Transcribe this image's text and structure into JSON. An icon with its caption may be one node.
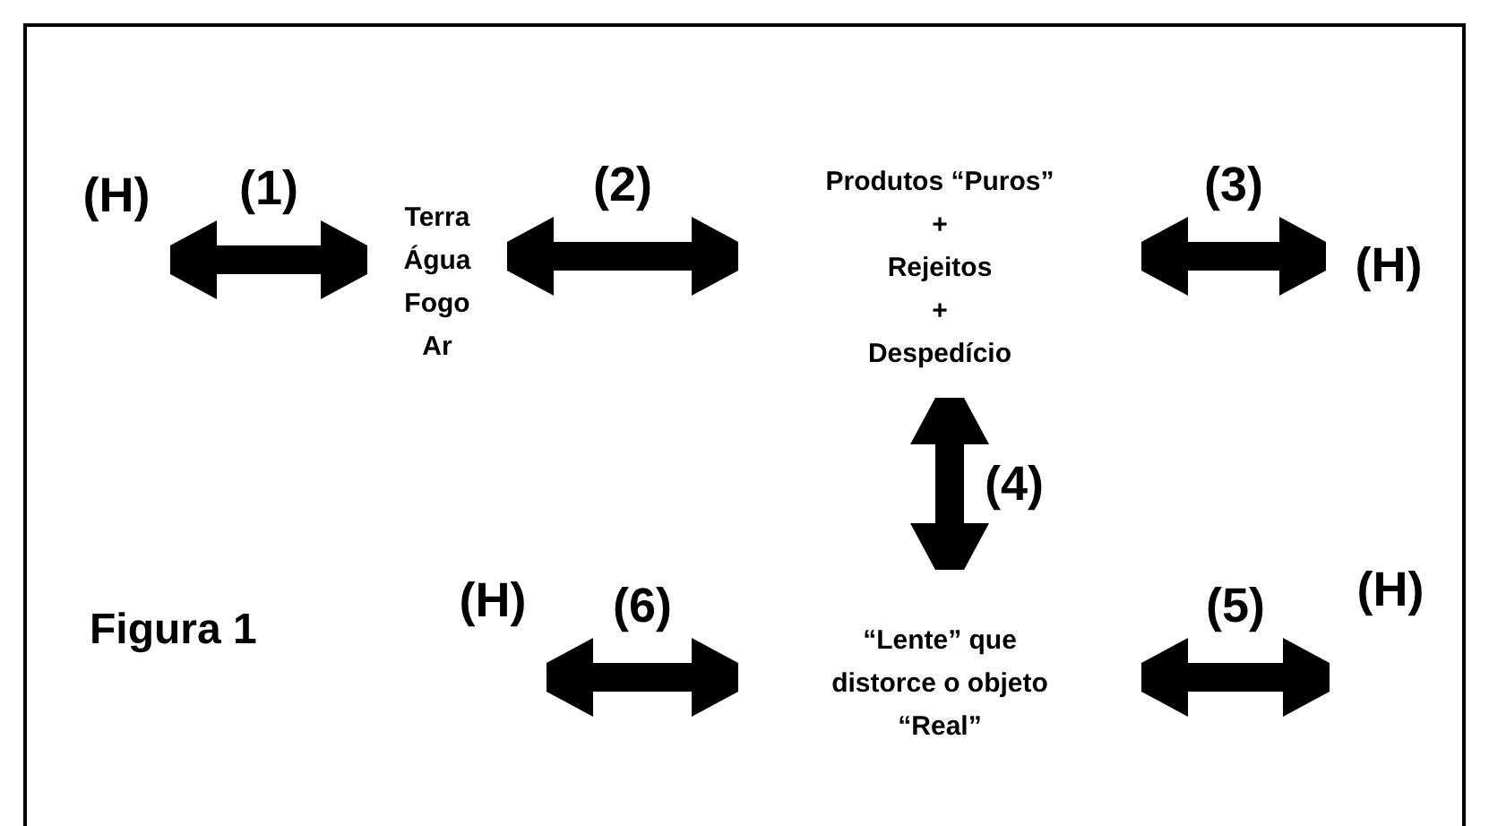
{
  "diagram": {
    "nodes": [
      {
        "text": [
          "(H)"
        ]
      },
      {
        "text": [
          "Terra Água Fogo Ar"
        ]
      },
      {
        "text": [
          "Produtos “Puros” + Rejeitos + Despedício"
        ]
      },
      {
        "text": [
          "(H)"
        ]
      },
      {
        "text": [
          "“Lente” que distorce o objeto “Real”"
        ]
      },
      {
        "text": [
          "(H)"
        ]
      },
      {
        "text": [
          "(H)"
        ]
      }
    ],
    "edges": [
      {
        "from": 0,
        "to": 1,
        "arrow": "both",
        "label": "(1)"
      },
      {
        "from": 1,
        "to": 2,
        "arrow": "both",
        "label": "(2)"
      },
      {
        "from": 2,
        "to": 3,
        "arrow": "both",
        "label": "(3)"
      },
      {
        "from": 2,
        "to": 4,
        "arrow": "both",
        "label": "(4)"
      },
      {
        "from": 4,
        "to": 5,
        "arrow": "both",
        "label": "(5)"
      },
      {
        "from": 6,
        "to": 4,
        "arrow": "both",
        "label": "(6)"
      }
    ],
    "labels": [
      "Figura 1"
    ]
  }
}
